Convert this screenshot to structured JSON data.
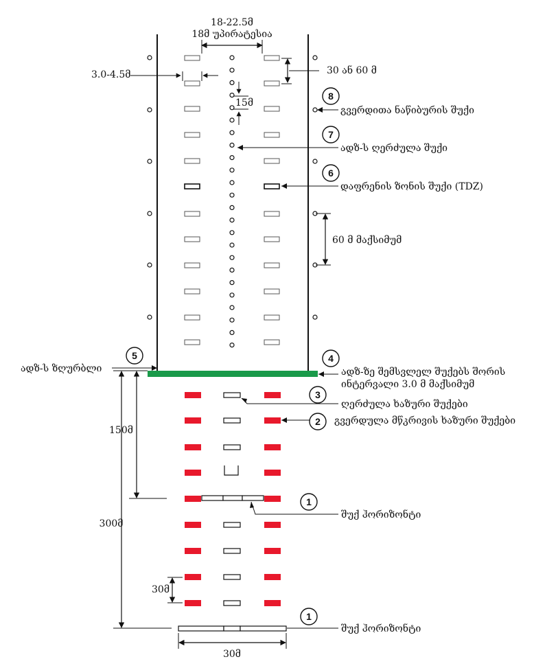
{
  "dimensions": {
    "width_range": "18-22.5მ",
    "width_sub": "18მ უპირატესია",
    "dim_3_4_5": "3.0-4.5მ",
    "dim_30_60": "30 ან 60 მ",
    "dim_15": "15მ",
    "dim_60_max": "60 მ მაქსიმუმ",
    "dim_150": "150მ",
    "dim_300": "300მ",
    "dim_30_left": "30მ",
    "dim_30_bottom": "30მ"
  },
  "callouts": [
    {
      "num": "8",
      "label": "გვერდითა ნაწიბურის შუქი"
    },
    {
      "num": "7",
      "label": "ადზ-ს ღერძულა შუქი"
    },
    {
      "num": "6",
      "label": "დაფრენის ზონის შუქი (TDZ)"
    },
    {
      "num": "5",
      "label": "ადზ-ს ზღურბლი"
    },
    {
      "num": "4",
      "label": "ადზ-ზე შემსვლელ შუქებს შორის",
      "label2": "ინტერვალი 3.0 მ მაქსიმუმ"
    },
    {
      "num": "3",
      "label": "ღერძულა ხაზური შუქები"
    },
    {
      "num": "2",
      "label": "გვერდულა მწკრივის ხაზური შუქები"
    },
    {
      "num": "1",
      "label": "შუქ ჰორიზონტი"
    },
    {
      "num": "1",
      "label": "შუქ ჰორიზონტი"
    }
  ],
  "colors": {
    "threshold_bar": "#1a9a4a",
    "approach_red": "#e8192c",
    "line": "#111111"
  }
}
